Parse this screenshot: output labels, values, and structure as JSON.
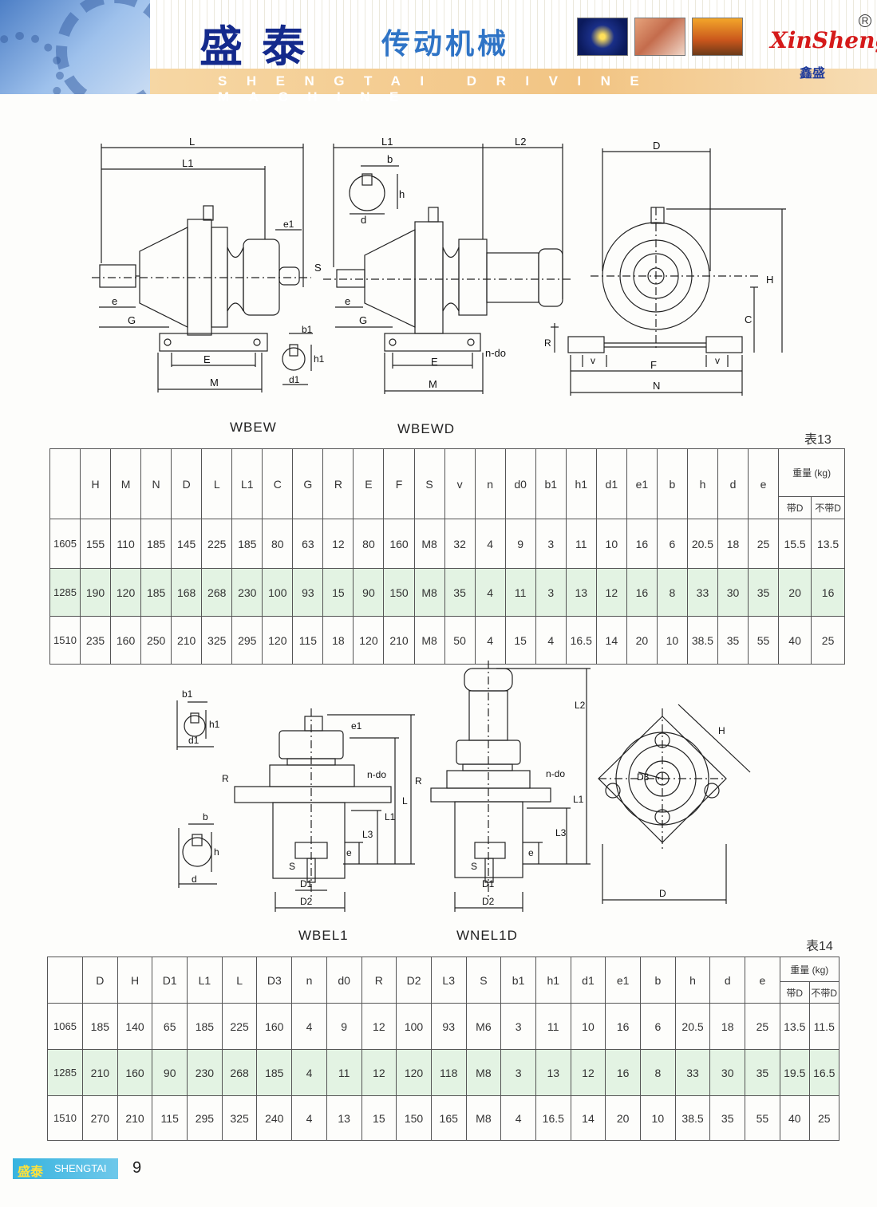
{
  "header": {
    "title_cn": "盛泰",
    "subtitle_cn": "传动机械",
    "english": "SHENGTAI DRIVINE MACHINE",
    "brand": "XinSheng",
    "brand_cn": "鑫盛",
    "reg": "R"
  },
  "top_drawings": {
    "labels": {
      "L": "L",
      "L1": "L1",
      "L2": "L2",
      "e1": "e1",
      "S": "S",
      "e": "e",
      "G": "G",
      "E": "E",
      "M": "M",
      "b1": "b1",
      "h1": "h1",
      "d1": "d1",
      "b": "b",
      "h": "h",
      "d": "d",
      "n_do": "n-do",
      "D": "D",
      "H": "H",
      "C": "C",
      "R": "R",
      "v": "v",
      "F": "F",
      "N": "N"
    },
    "captions": [
      "WBEW",
      "WBEWD"
    ]
  },
  "table13": {
    "label": "表13",
    "weight_header": "重量 (kg)",
    "sub_with": "带D",
    "sub_without": "不带D",
    "columns": [
      "H",
      "M",
      "N",
      "D",
      "L",
      "L1",
      "C",
      "G",
      "R",
      "E",
      "F",
      "S",
      "v",
      "n",
      "d0",
      "b1",
      "h1",
      "d1",
      "e1",
      "b",
      "h",
      "d",
      "e"
    ],
    "rows": [
      {
        "model": "1605",
        "values": [
          "155",
          "110",
          "185",
          "145",
          "225",
          "185",
          "80",
          "63",
          "12",
          "80",
          "160",
          "M8",
          "32",
          "4",
          "9",
          "3",
          "11",
          "10",
          "16",
          "6",
          "20.5",
          "18",
          "25"
        ],
        "w1": "15.5",
        "w2": "13.5"
      },
      {
        "model": "1285",
        "values": [
          "190",
          "120",
          "185",
          "168",
          "268",
          "230",
          "100",
          "93",
          "15",
          "90",
          "150",
          "M8",
          "35",
          "4",
          "11",
          "3",
          "13",
          "12",
          "16",
          "8",
          "33",
          "30",
          "35"
        ],
        "w1": "20",
        "w2": "16"
      },
      {
        "model": "1510",
        "values": [
          "235",
          "160",
          "250",
          "210",
          "325",
          "295",
          "120",
          "115",
          "18",
          "120",
          "210",
          "M8",
          "50",
          "4",
          "15",
          "4",
          "16.5",
          "14",
          "20",
          "10",
          "38.5",
          "35",
          "55"
        ],
        "w1": "40",
        "w2": "25"
      }
    ]
  },
  "bottom_drawings": {
    "labels": {
      "b1": "b1",
      "h1": "h1",
      "d1": "d1",
      "b": "b",
      "h": "h",
      "d": "d",
      "e1": "e1",
      "R": "R",
      "n_do": "n-do",
      "L": "L",
      "L1": "L1",
      "L2": "L2",
      "L3": "L3",
      "e": "e",
      "S": "S",
      "D1": "D1",
      "D2": "D2",
      "D3": "D3",
      "H": "H",
      "D": "D"
    },
    "captions": [
      "WBEL1",
      "WNEL1D"
    ]
  },
  "table14": {
    "label": "表14",
    "weight_header": "重量 (kg)",
    "sub_with": "带D",
    "sub_without": "不带D",
    "columns": [
      "D",
      "H",
      "D1",
      "L1",
      "L",
      "D3",
      "n",
      "d0",
      "R",
      "D2",
      "L3",
      "S",
      "b1",
      "h1",
      "d1",
      "e1",
      "b",
      "h",
      "d",
      "e"
    ],
    "rows": [
      {
        "model": "1065",
        "values": [
          "185",
          "140",
          "65",
          "185",
          "225",
          "160",
          "4",
          "9",
          "12",
          "100",
          "93",
          "M6",
          "3",
          "11",
          "10",
          "16",
          "6",
          "20.5",
          "18",
          "25"
        ],
        "w1": "13.5",
        "w2": "11.5"
      },
      {
        "model": "1285",
        "values": [
          "210",
          "160",
          "90",
          "230",
          "268",
          "185",
          "4",
          "11",
          "12",
          "120",
          "118",
          "M8",
          "3",
          "13",
          "12",
          "16",
          "8",
          "33",
          "30",
          "35"
        ],
        "w1": "19.5",
        "w2": "16.5"
      },
      {
        "model": "1510",
        "values": [
          "270",
          "210",
          "115",
          "295",
          "325",
          "240",
          "4",
          "13",
          "15",
          "150",
          "165",
          "M8",
          "4",
          "16.5",
          "14",
          "20",
          "10",
          "38.5",
          "35",
          "55"
        ],
        "w1": "40",
        "w2": "25"
      }
    ]
  },
  "footer": {
    "brand_cn": "盛泰",
    "brand_en": "SHENGTAI",
    "page": "9"
  }
}
